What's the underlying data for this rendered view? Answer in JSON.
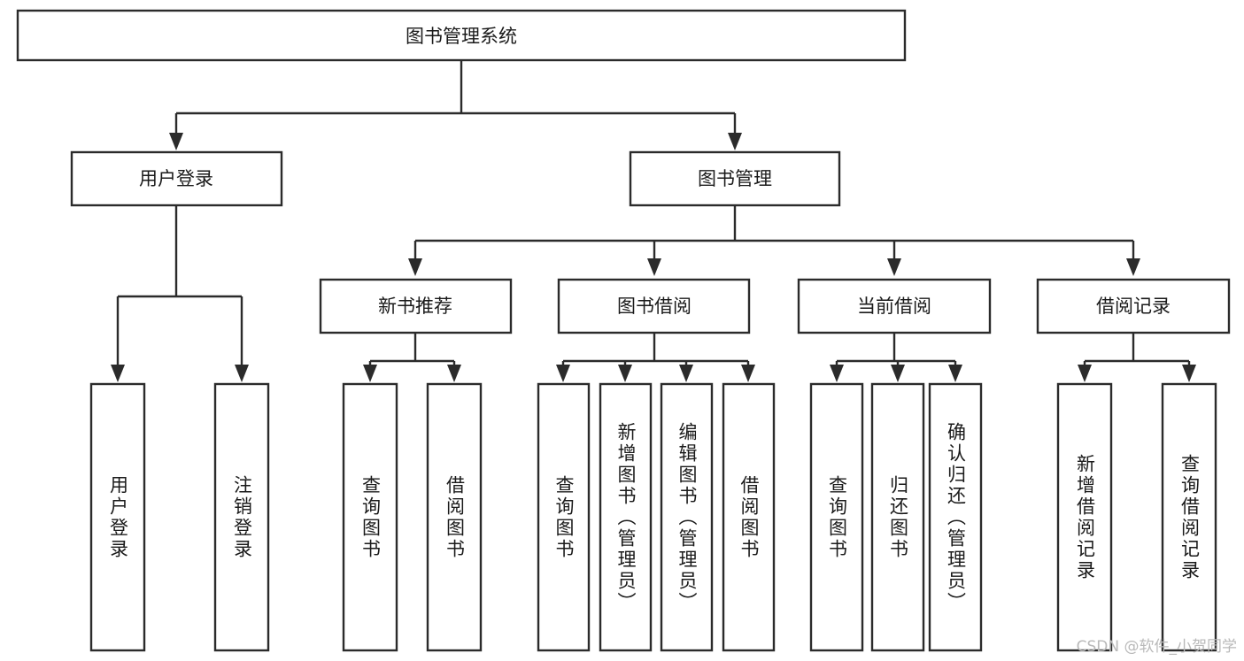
{
  "diagram": {
    "title": "图书管理系统",
    "type": "tree",
    "watermark": "CSDN @软件_小贺同学",
    "colors": {
      "stroke": "#2b2b2b",
      "box_fill": "#ffffff",
      "text": "#1a1a1a",
      "watermark": "#b9b9b9",
      "background": "#ffffff"
    },
    "nodes": {
      "root": {
        "label": "图书管理系统"
      },
      "level1": [
        {
          "label": "用户登录"
        },
        {
          "label": "图书管理"
        }
      ],
      "level2": [
        {
          "label": "新书推荐"
        },
        {
          "label": "图书借阅"
        },
        {
          "label": "当前借阅"
        },
        {
          "label": "借阅记录"
        }
      ],
      "leaves": {
        "user_login": [
          {
            "label": "用户登录"
          },
          {
            "label": "注销登录"
          }
        ],
        "new_book_recommend": [
          {
            "label": "查询图书"
          },
          {
            "label": "借阅图书"
          }
        ],
        "book_borrow": [
          {
            "label": "查询图书"
          },
          {
            "label": "新增图书（管理员）"
          },
          {
            "label": "编辑图书（管理员）"
          },
          {
            "label": "借阅图书"
          }
        ],
        "current_borrow": [
          {
            "label": "查询图书"
          },
          {
            "label": "归还图书"
          },
          {
            "label": "确认归还（管理员）"
          }
        ],
        "borrow_record": [
          {
            "label": "新增借阅记录"
          },
          {
            "label": "查询借阅记录"
          }
        ]
      }
    }
  }
}
